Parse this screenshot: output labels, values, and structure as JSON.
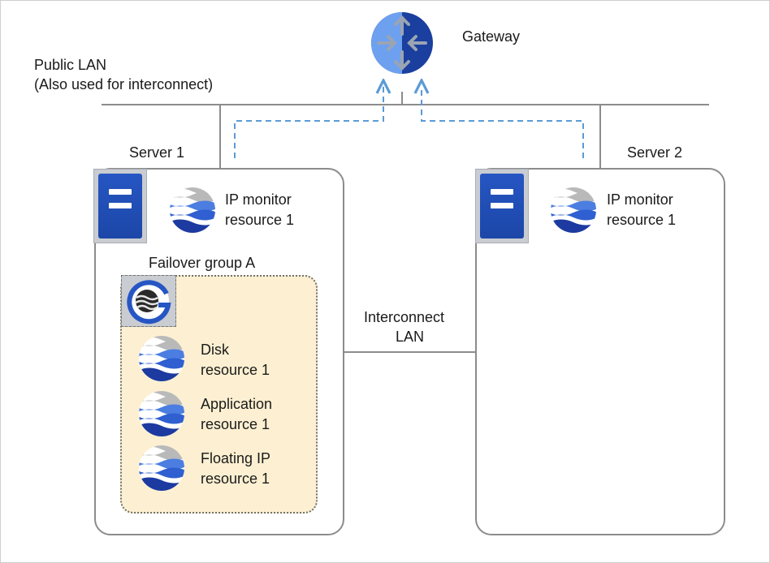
{
  "gateway": {
    "label": "Gateway",
    "icon": "router-icon"
  },
  "public_lan": {
    "line1": "Public LAN",
    "line2": "(Also used for interconnect)"
  },
  "interconnect_lan": {
    "line1": "Interconnect",
    "line2": "LAN"
  },
  "servers": [
    {
      "label": "Server 1",
      "monitor": {
        "line1": "IP monitor",
        "line2": "resource 1"
      }
    },
    {
      "label": "Server 2",
      "monitor": {
        "line1": "IP monitor",
        "line2": "resource 1"
      }
    }
  ],
  "failover_group": {
    "label": "Failover group A",
    "resources": [
      {
        "line1": "Disk",
        "line2": "resource 1"
      },
      {
        "line1": "Application",
        "line2": "resource 1"
      },
      {
        "line1": "Floating IP",
        "line2": "resource 1"
      }
    ]
  },
  "colors": {
    "line": "#8c8c8c",
    "dashed_arrow": "#5b9bd5",
    "server_blue": "#2656c3",
    "group_fill": "#fdf0d2",
    "gateway_light": "#6ea0f0",
    "gateway_dark": "#1a3f9e"
  }
}
